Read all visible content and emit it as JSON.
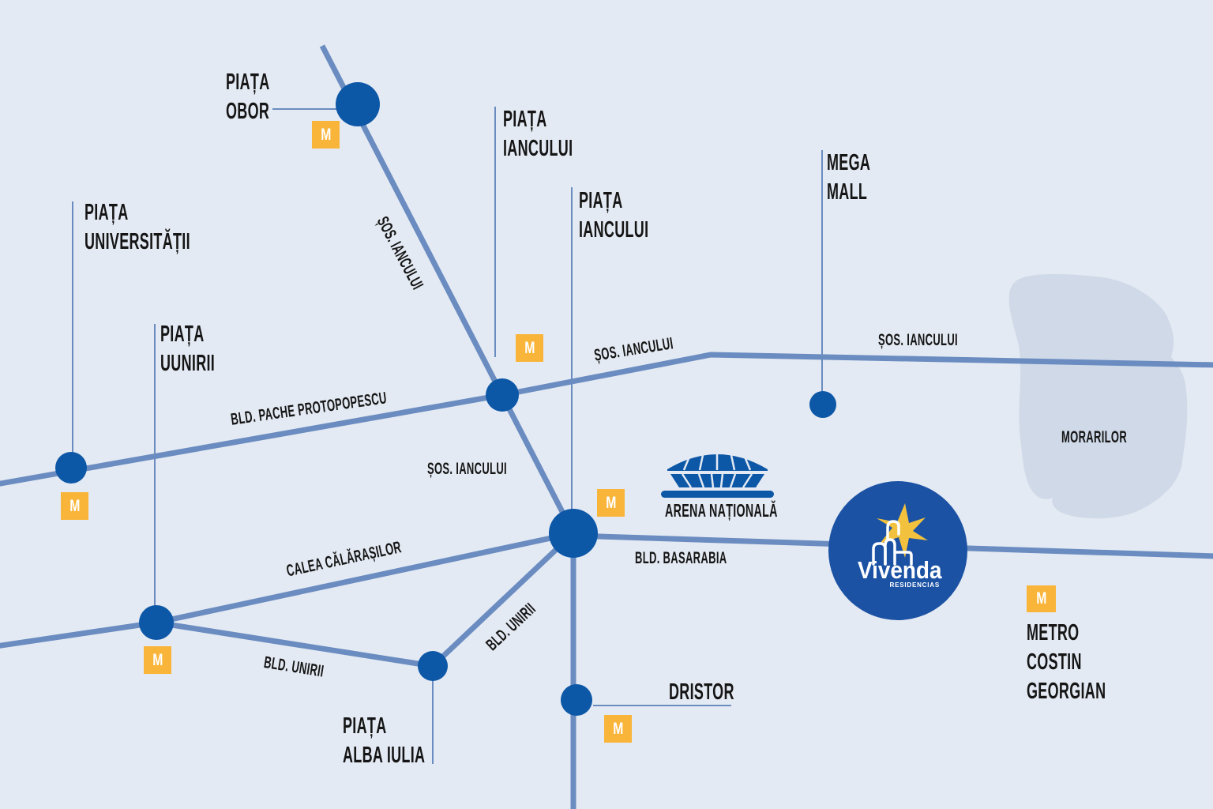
{
  "theme": {
    "background": "#e4eaf3",
    "road": "#6a8cc0",
    "node": "#0d57a7",
    "badge": "#f9b53a",
    "badge_letter_color": "#ffffff",
    "label": "#151515",
    "area": "#cfd9e8",
    "logo_circle": "#1b52a4",
    "logo_star": "#f2c13d",
    "logo_text": "#ffffff",
    "stadium": "#0d57a7"
  },
  "metro": {
    "letter": "M"
  },
  "stations": {
    "obor": {
      "line1": "PIAȚA",
      "line2": "OBOR"
    },
    "iancului_upper": {
      "line1": "PIAȚA",
      "line2": "IANCULUI"
    },
    "iancului_lower": {
      "line1": "PIAȚA",
      "line2": "IANCULUI"
    },
    "mega_mall": {
      "line1": "MEGA",
      "line2": "MALL"
    },
    "universitatii": {
      "line1": "PIAȚA",
      "line2": "UNIVERSITĂȚII"
    },
    "uunirii": {
      "line1": "PIAȚA",
      "line2": "UUNIRII"
    },
    "alba_iulia": {
      "line1": "PIAȚA",
      "line2": "ALBA IULIA"
    },
    "dristor": {
      "line1": "DRISTOR"
    },
    "metro_costin_georgian": {
      "line1": "METRO",
      "line2": "COSTIN",
      "line3": "GEORGIAN"
    }
  },
  "roads": {
    "sos_iancului_diagonal": "ȘOS. IANCULUI",
    "sos_iancului_mid": "ȘOS. IANCULUI",
    "sos_iancului_right": "ȘOS. IANCULUI",
    "sos_iancului_lower": "ȘOS. IANCULUI",
    "bld_pache_protopopescu": "BLD. PACHE PROTOPOPESCU",
    "bld_basarabia": "BLD. BASARABIA",
    "calea_calarasilor": "CALEA CĂLĂRAȘILOR",
    "bld_unirii_diagonal": "BLD. UNIRII",
    "bld_unirii_south": "BLD. UNIRII"
  },
  "areas": {
    "morarilor": "MORARILOR"
  },
  "landmarks": {
    "arena_nationala": "ARENA NAȚIONALĂ"
  },
  "logo": {
    "brand": "Vivenda",
    "subtitle": "RESIDENCIAS"
  }
}
